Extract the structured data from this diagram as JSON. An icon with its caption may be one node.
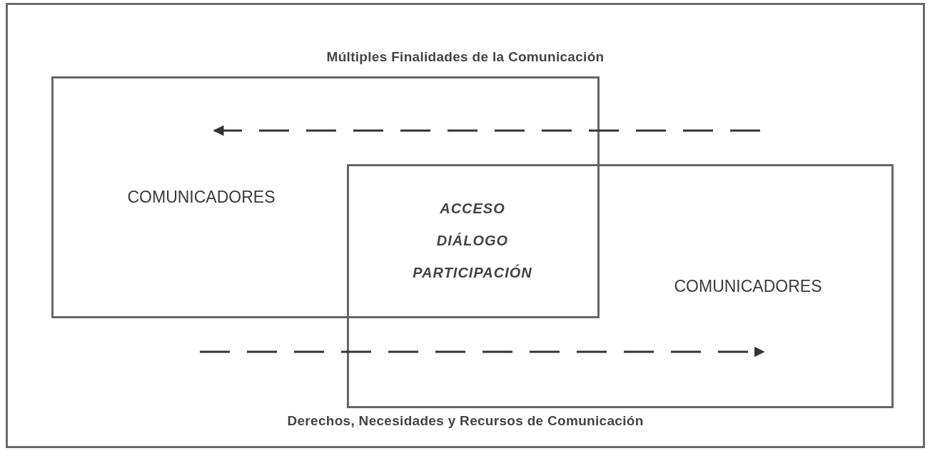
{
  "diagram": {
    "nodes": [
      {
        "text": [
          "Múltiples Finalidades de la Comunicación",
          "Derechos, Necesidades y Recursos de Comunicación"
        ]
      },
      {
        "text": [
          "COMUNICADORES"
        ],
        "in": 0
      },
      {
        "text": [
          "COMUNICADORES"
        ],
        "in": 0
      },
      {
        "text": [
          "ACCESO DIÁLOGO PARTICIPACIÓN"
        ]
      }
    ],
    "edges": [
      {
        "from": null,
        "to": 1,
        "arrow": "to",
        "style": "dashed"
      },
      {
        "from": null,
        "to": 2,
        "arrow": "to",
        "style": "dashed"
      }
    ]
  }
}
